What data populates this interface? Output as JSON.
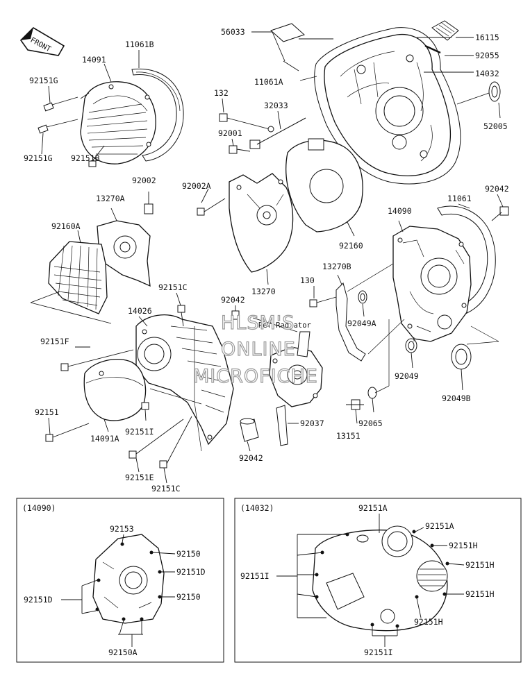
{
  "front_arrow": "FRONT",
  "ref_note": "Ref.Radiator",
  "watermark": [
    "HLSM'S",
    "ONLINE",
    "MICROFICHE"
  ],
  "labels": {
    "p56033": "56033",
    "p16115": "16115",
    "p92055": "92055",
    "p14032": "14032",
    "p11061A": "11061A",
    "p52005": "52005",
    "p11061B": "11061B",
    "p14091": "14091",
    "p92151G_a": "92151G",
    "p92151G_b": "92151G",
    "p92151B": "92151B",
    "p132": "132",
    "p32033": "32033",
    "p92001": "92001",
    "p92002": "92002",
    "p92002A": "92002A",
    "p13270A": "13270A",
    "p92160A": "92160A",
    "p92160": "92160",
    "p13270": "13270",
    "p11061": "11061",
    "p92042_a": "92042",
    "p14090": "14090",
    "p13270B": "13270B",
    "p130": "130",
    "p92049A": "92049A",
    "p92151C_a": "92151C",
    "p92042_b": "92042",
    "p14026": "14026",
    "p92151F": "92151F",
    "p92049": "92049",
    "p92049B": "92049B",
    "p92151": "92151",
    "p14091A": "14091A",
    "p92151I_a": "92151I",
    "p92037": "92037",
    "p92065": "92065",
    "p13151": "13151",
    "p92042_c": "92042",
    "p92151E": "92151E",
    "p92151C_b": "92151C"
  },
  "inset_left": {
    "title": "(14090)",
    "labels": {
      "a": "92153",
      "b": "92150",
      "c": "92151D",
      "d": "92151D",
      "e": "92150",
      "f": "92150A"
    }
  },
  "inset_right": {
    "title": "(14032)",
    "labels": {
      "a": "92151A",
      "b": "92151A",
      "c": "92151H",
      "d": "92151H",
      "e": "92151I",
      "f": "92151H",
      "g": "92151H",
      "h": "92151I"
    }
  }
}
